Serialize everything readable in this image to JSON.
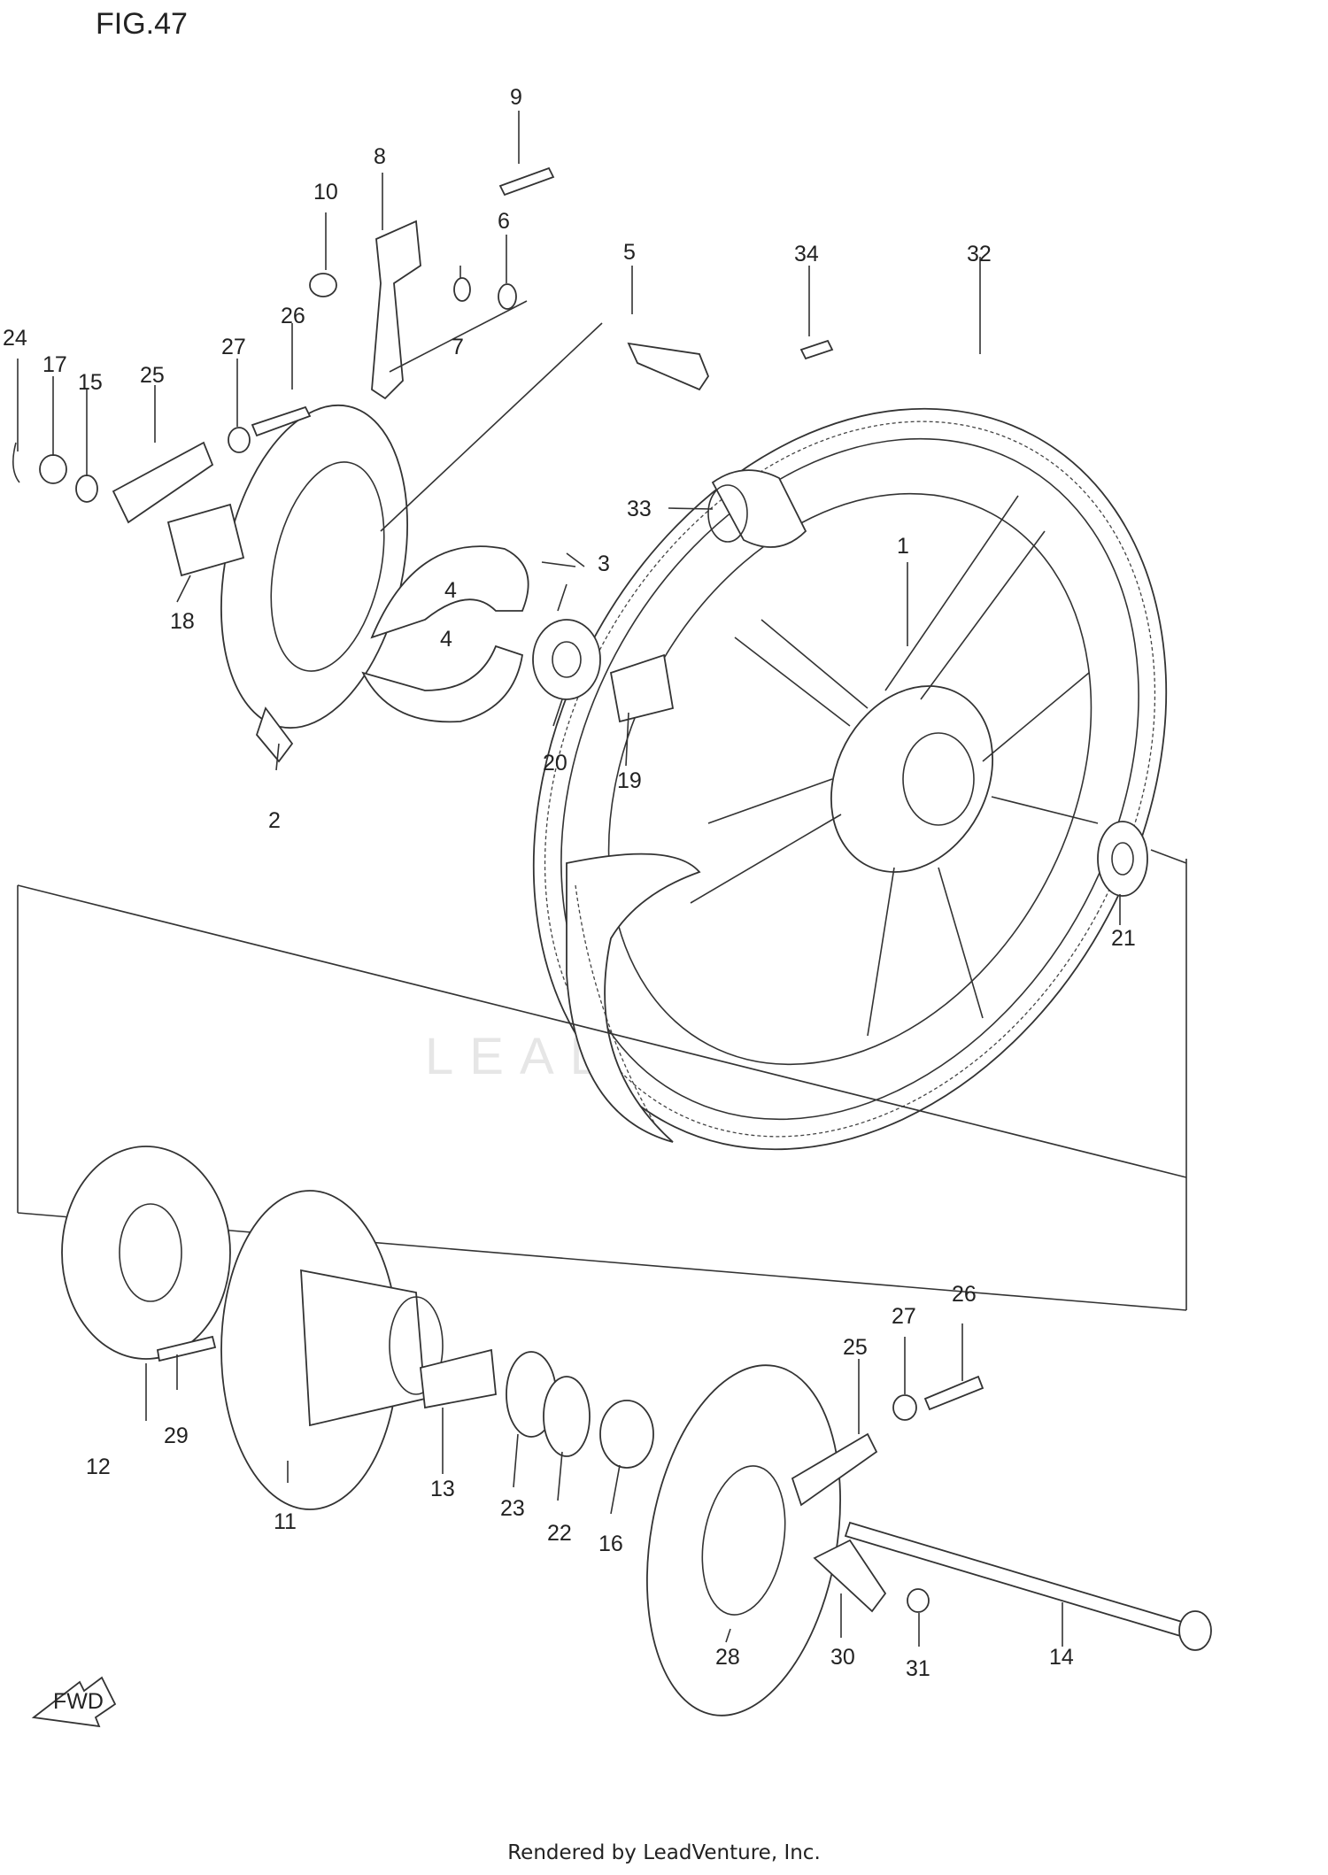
{
  "figure": {
    "title": "FIG.47"
  },
  "watermark": "LEADVEN",
  "footer": "Rendered by LeadVenture, Inc.",
  "fwd_label": "FWD",
  "parts": [
    {
      "no": "1"
    },
    {
      "no": "2"
    },
    {
      "no": "3"
    },
    {
      "no": "4"
    },
    {
      "no": "4"
    },
    {
      "no": "5"
    },
    {
      "no": "6"
    },
    {
      "no": "7"
    },
    {
      "no": "8"
    },
    {
      "no": "9"
    },
    {
      "no": "10"
    },
    {
      "no": "11"
    },
    {
      "no": "12"
    },
    {
      "no": "13"
    },
    {
      "no": "14"
    },
    {
      "no": "15"
    },
    {
      "no": "16"
    },
    {
      "no": "17"
    },
    {
      "no": "18"
    },
    {
      "no": "19"
    },
    {
      "no": "20"
    },
    {
      "no": "21"
    },
    {
      "no": "22"
    },
    {
      "no": "23"
    },
    {
      "no": "24"
    },
    {
      "no": "25"
    },
    {
      "no": "25"
    },
    {
      "no": "26"
    },
    {
      "no": "26"
    },
    {
      "no": "27"
    },
    {
      "no": "27"
    },
    {
      "no": "28"
    },
    {
      "no": "29"
    },
    {
      "no": "30"
    },
    {
      "no": "31"
    },
    {
      "no": "32"
    },
    {
      "no": "33"
    },
    {
      "no": "34"
    }
  ]
}
